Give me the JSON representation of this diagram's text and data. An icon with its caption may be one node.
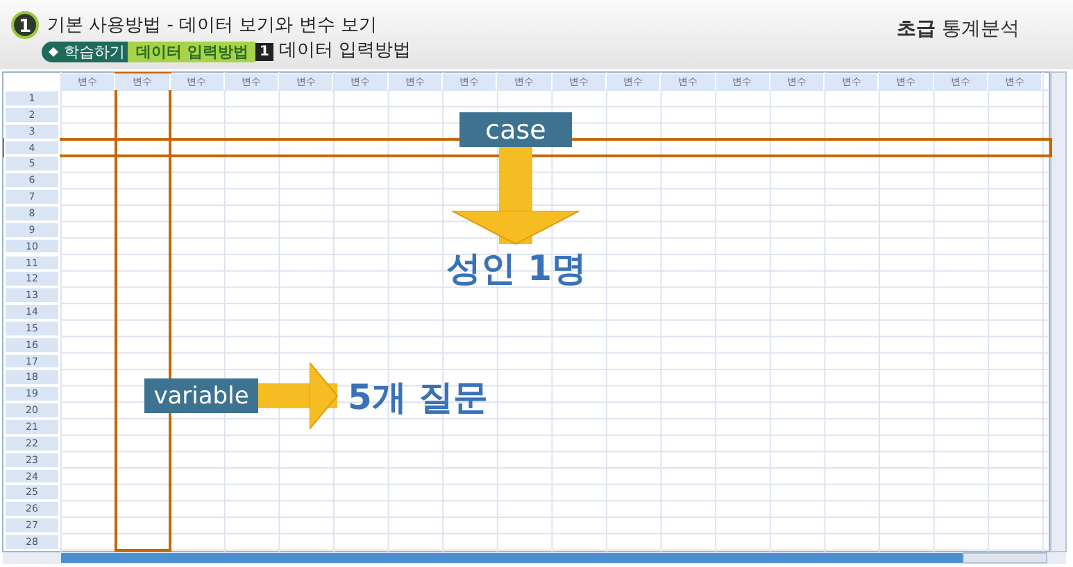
{
  "diagram": {
    "title": "기본 사용방법 - 데이터 보기와 변수 보기",
    "nodes": [
      {
        "text": [
          "case"
        ]
      },
      {
        "text": [
          "성인 1명"
        ]
      },
      {
        "text": [
          "variable"
        ]
      },
      {
        "text": [
          "5개 질문"
        ]
      }
    ],
    "edges": [
      {
        "from": 0,
        "to": 1,
        "arrow": "to"
      },
      {
        "from": 2,
        "to": 3,
        "arrow": "to"
      }
    ],
    "labels": [
      "1",
      "학습하기",
      "데이터 입력방법",
      "1",
      "데이터 입력방법",
      "**초급** 통계분석",
      "변수",
      "변수",
      "변수",
      "변수",
      "변수",
      "변수",
      "변수",
      "변수",
      "변수",
      "변수",
      "변수",
      "변수",
      "변수",
      "변수",
      "변수",
      "변수",
      "변수",
      "변수",
      "1",
      "2",
      "3",
      "4",
      "5",
      "6",
      "7",
      "8",
      "9",
      "10",
      "11",
      "12",
      "13",
      "14",
      "15",
      "16",
      "17",
      "18",
      "19",
      "20",
      "21",
      "22",
      "23",
      "24",
      "25",
      "26",
      "27",
      "28"
    ]
  }
}
